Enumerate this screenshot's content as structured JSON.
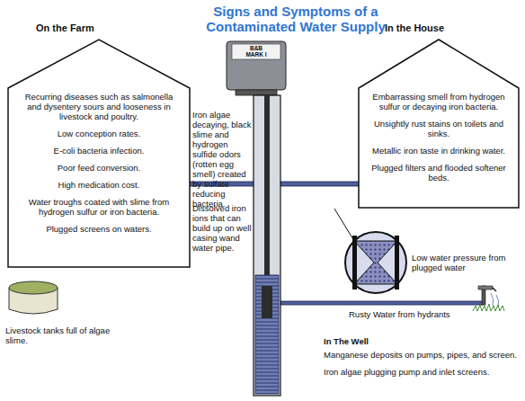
{
  "diagram": {
    "title": "Signs and Symptoms of a Contaminated Water Supply",
    "nodes": [
      {
        "text": [
          "On the Farm",
          "Recurring diseases such as salmonella and dysentery sours and looseness in livestock and poultry.",
          "Low conception rates.",
          "E-coli bacteria infection.",
          "Poor feed conversion.",
          "High medication cost.",
          "Water troughs coated with slime from hydrogen sulfur or iron bacteria.",
          "Plugged screens on waters."
        ]
      },
      {
        "text": [
          "In the House",
          "Embarrassing smell from hydrogen sulfur or decaying iron bacteria.",
          "Unsightly rust stains on toilets and sinks.",
          "Metallic iron taste in drinking water.",
          "Plugged filters and flooded softener beds."
        ]
      }
    ],
    "labels": [
      "B&B",
      "MARK I",
      "Iron algae decaying, black slime and hydrogen sulfide odors (rotten egg smell) created by sulfate reducing bacteria.",
      "Dissolved iron ions that can build up on well casing wand water pipe.",
      "Low water pressure from plugged water",
      "Rusty Water from hydrants",
      "Livestock tanks full of algae slime.",
      "In The Well",
      "Manganese deposits on pumps, pipes, and screen.",
      "Iron algae plugging pump and inlet screens."
    ]
  }
}
